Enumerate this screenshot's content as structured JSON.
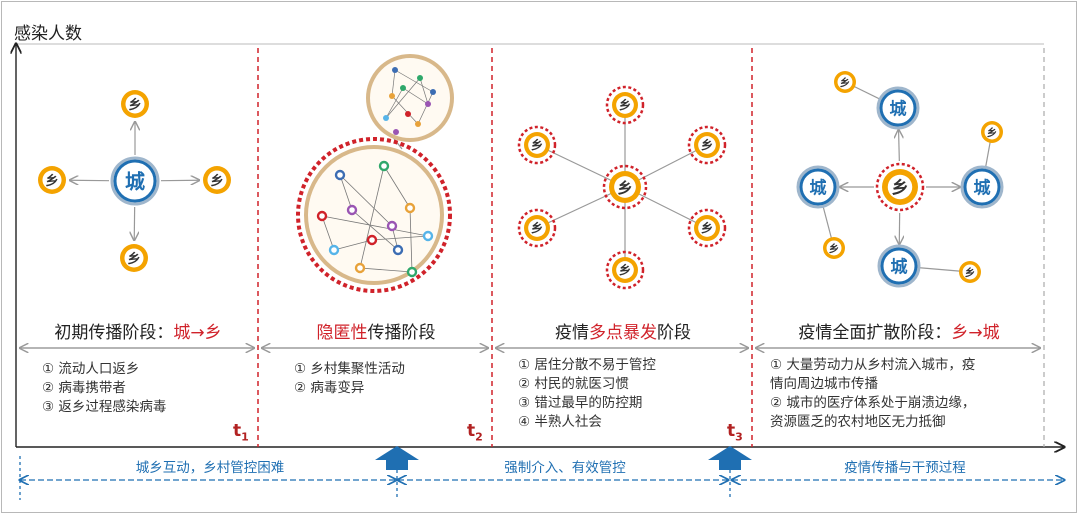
{
  "y_axis_label": "感染人数",
  "stages": [
    {
      "title_prefix": "初期传播阶段：",
      "title_highlight": "城→乡",
      "title_suffix": "",
      "notes": [
        "① 流动人口返乡",
        "② 病毒携带者",
        "③ 返乡过程感染病毒"
      ]
    },
    {
      "title_prefix": "",
      "title_highlight": "隐匿性",
      "title_suffix": "传播阶段",
      "notes": [
        "① 乡村集聚性活动",
        "② 病毒变异"
      ]
    },
    {
      "title_prefix": "疫情",
      "title_highlight": "多点暴发",
      "title_suffix": "阶段",
      "notes": [
        "① 居住分散不易于管控",
        "② 村民的就医习惯",
        "③ 错过最早的防控期",
        "④ 半熟人社会"
      ]
    },
    {
      "title_prefix": "疫情全面扩散阶段：",
      "title_highlight": "乡→城",
      "title_suffix": "",
      "notes": [
        "① 大量劳动力从乡村流入城市，疫",
        "情向周边城市传播",
        "② 城市的医疗体系处于崩溃边缘，",
        "资源匮乏的农村地区无力抵御"
      ]
    }
  ],
  "time_marks": [
    {
      "t": "t",
      "sub": "1"
    },
    {
      "t": "t",
      "sub": "2"
    },
    {
      "t": "t",
      "sub": "3"
    }
  ],
  "node_labels": {
    "city": "城",
    "village": "乡"
  },
  "bottom_phases": [
    "城乡互动，乡村管控困难",
    "强制介入、有效管控",
    "疫情传播与干预过程"
  ],
  "colors": {
    "city_blue": "#1f6fb2",
    "village_orange": "#f4a300",
    "alert_red": "#d0222a",
    "network_tan": "#d8b88a",
    "arrow_blue": "#1f6fb2"
  }
}
